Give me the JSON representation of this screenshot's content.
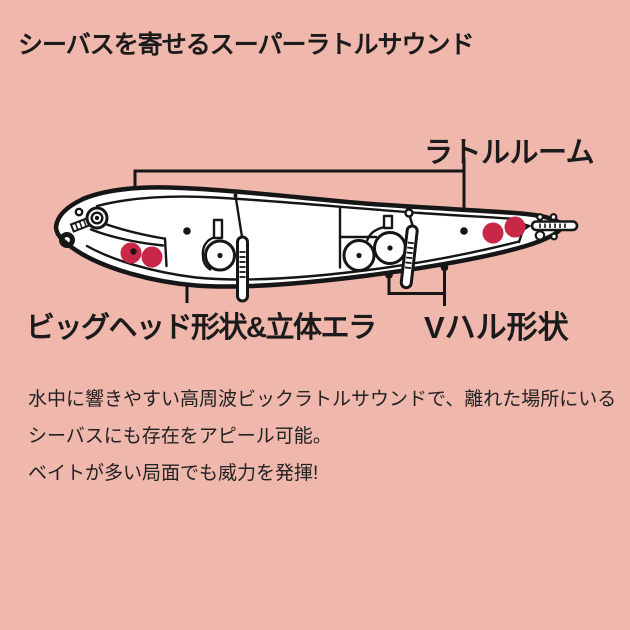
{
  "page": {
    "background_color": "#f0b7ac",
    "line_color": "#161616",
    "accent_color": "#c92747"
  },
  "header": {
    "title": "シーバスを寄せるスーパーラトルサウンド"
  },
  "diagram": {
    "icon": "fishing-lure-cutaway-illustration",
    "labels": {
      "rattle_room": "ラトルルーム",
      "big_head": "ビッグヘッド形状&立体エラ",
      "v_hull": "Vハル形状"
    },
    "colors": {
      "rattle_ball": "#c92747",
      "body_fill": "#ffffff",
      "outline": "#161616"
    }
  },
  "description": {
    "lines": [
      "水中に響きやすい高周波ビックラトルサウンドで、離れた場所にいる",
      "シーバスにも存在をアピール可能。",
      "ベイトが多い局面でも威力を発揮!"
    ]
  }
}
